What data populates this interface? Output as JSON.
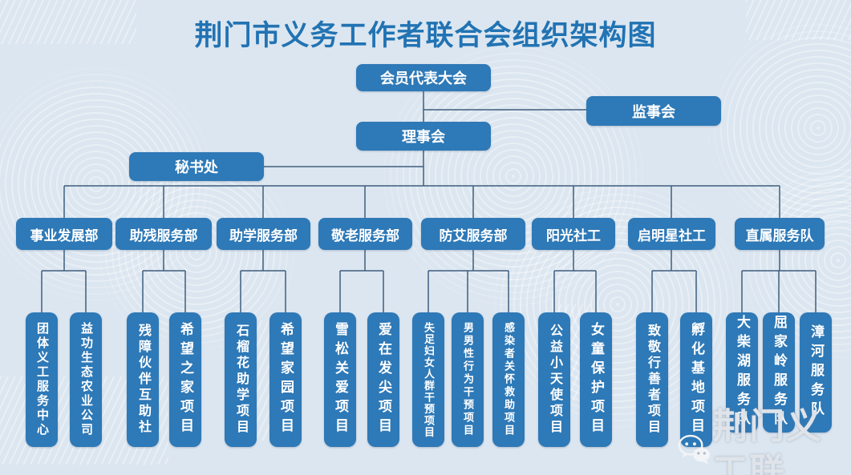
{
  "title": "荆门市义务工作者联合会组织架构图",
  "org": {
    "assembly": "会员代表大会",
    "supervisory": "监事会",
    "council": "理事会",
    "secretariat": "秘书处",
    "departments": [
      {
        "label": "事业发展部",
        "children": [
          "团体义工服务中心",
          "益功生态农业公司"
        ]
      },
      {
        "label": "助残服务部",
        "children": [
          "残障伙伴互助社",
          "希望之家项目"
        ]
      },
      {
        "label": "助学服务部",
        "children": [
          "石榴花助学项目",
          "希望家园项目"
        ]
      },
      {
        "label": "敬老服务部",
        "children": [
          "雪松关爱项目",
          "爱在发尖项目"
        ]
      },
      {
        "label": "防艾服务部",
        "children": [
          "失足妇女人群干预项目",
          "男男性行为干预项目",
          "感染者关怀救助项目"
        ]
      },
      {
        "label": "阳光社工",
        "children": [
          "公益小天使项目",
          "女童保护项目"
        ]
      },
      {
        "label": "启明星社工",
        "children": [
          "致敬行善者项目",
          "孵化基地项目"
        ]
      },
      {
        "label": "直属服务队",
        "children": [
          "大柴湖服务队",
          "屈家岭服务队",
          "漳河服务队"
        ]
      }
    ]
  },
  "watermark": {
    "label": "荆门义工联",
    "icon": "wechat-icon"
  },
  "colors": {
    "box": "#2e79b7",
    "line": "#3f5e7e",
    "bg": "#dce6f0",
    "title": "#2173b3",
    "wm": "#dfe4ea"
  }
}
